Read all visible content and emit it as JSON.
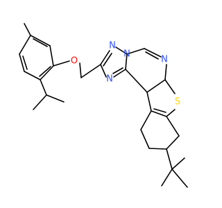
{
  "atoms": {
    "oxygen": {
      "symbol": "O",
      "color": "#ff0d0d"
    },
    "nitrogen_1": {
      "symbol": "N",
      "color": "#3050f8"
    },
    "nitrogen_2": {
      "symbol": "N",
      "color": "#3050f8"
    },
    "nitrogen_3": {
      "symbol": "N",
      "color": "#3050f8"
    },
    "nitrogen_4": {
      "symbol": "N",
      "color": "#3050f8"
    },
    "sulfur": {
      "symbol": "S",
      "color": "#ffd700"
    }
  },
  "colors": {
    "bond": "#000000",
    "background": "#ffffff"
  }
}
